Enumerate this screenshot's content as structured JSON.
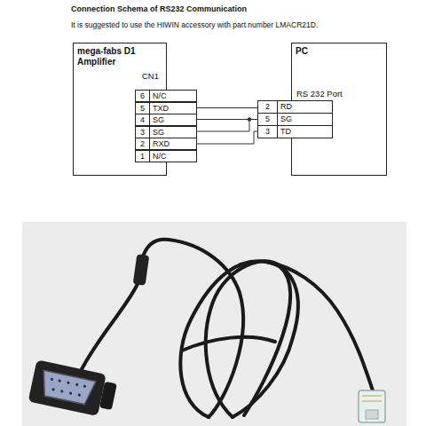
{
  "diagram": {
    "title": "Connection Schema of RS232 Communication",
    "nodes": [
      {
        "text": [
          "mega-fabs D1 Amplifier"
        ]
      },
      {
        "text": [
          "PC"
        ]
      }
    ],
    "labels": [
      "It is suggested to use the HIWIN accessory with part number LMACR21D.",
      "CN1",
      "6",
      "N/C",
      "5",
      "TXD",
      "4",
      "SG",
      "3",
      "SG",
      "2",
      "RXD",
      "1",
      "N/C",
      "RS 232 Port",
      "2",
      "RD",
      "5",
      "SG",
      "3",
      "TD"
    ]
  }
}
